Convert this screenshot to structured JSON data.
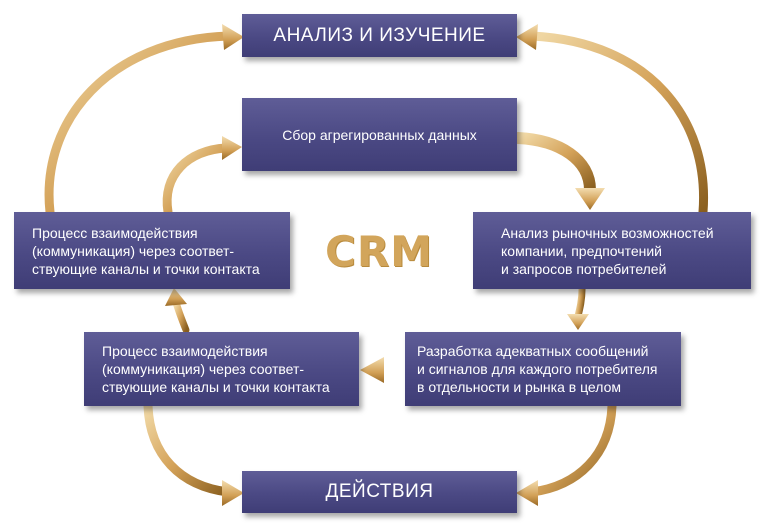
{
  "diagram": {
    "center_label": "CRM",
    "nodes": {
      "top": "АНАЛИЗ И ИЗУЧЕНИЕ",
      "collect": "Сбор агрегированных данных",
      "market": "Анализ рыночных возможностей\nкомпании, предпочтений\nи запросов потребителей",
      "messages": "Разработка адекватных сообщений\nи сигналов для каждого потребителя\nв отдельности и рынка в целом",
      "interaction_lower": "Процесс взаимодействия\n(коммуникация) через соответ-\nствующие каналы и точки контакта",
      "interaction_upper": "Процесс взаимодействия\n(коммуникация) через соответ-\nствующие каналы и точки контакта",
      "bottom": "ДЕЙСТВИЯ"
    },
    "colors": {
      "box": "#4b4984",
      "box_text": "#ffffff",
      "arrow": "#d9b06a",
      "arrow_dark": "#8a5f1f",
      "crm": "#d2a55b"
    }
  }
}
